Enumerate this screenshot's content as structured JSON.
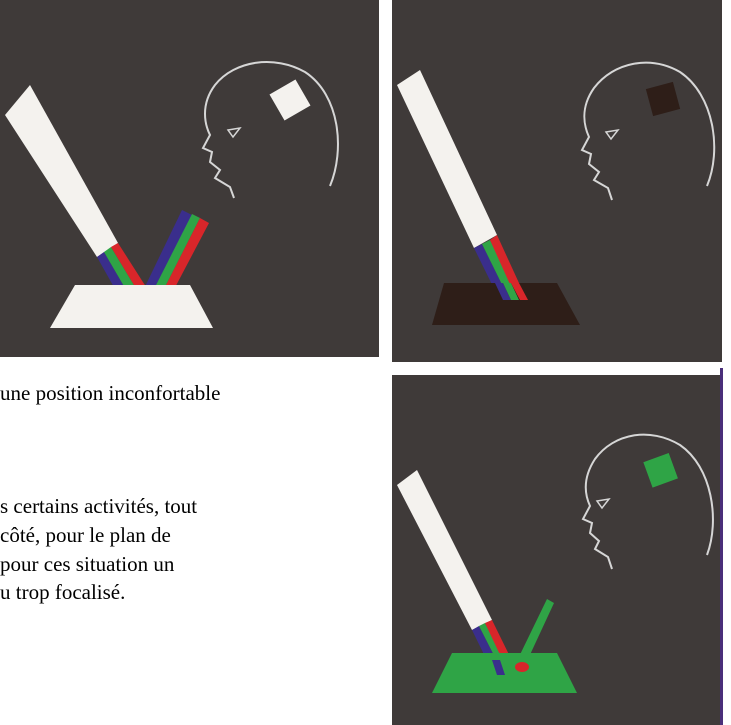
{
  "colors": {
    "panel_background": "#3f3a39",
    "outline": "#d6d6d6",
    "light_white": "#f4f2ee",
    "dark_brown": "#2e1e18",
    "green": "#2fa446",
    "red": "#d8262a",
    "blue": "#3a2e8c",
    "accent_line": "#4a2f7a"
  },
  "panels": [
    {
      "name": "white-light",
      "object_color": "#f4f2ee"
    },
    {
      "name": "dark-object",
      "object_color": "#2e1e18"
    },
    {
      "name": "green-object",
      "object_color": "#2fa446"
    }
  ],
  "text": {
    "line1": "une position inconfortable",
    "line2": "s certains activités, tout",
    "line3": "côté, pour le plan de",
    "line4": "pour ces situation un",
    "line5": "u trop focalisé."
  }
}
